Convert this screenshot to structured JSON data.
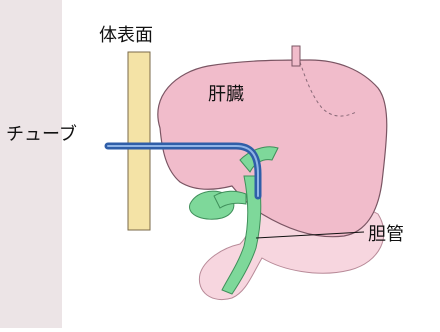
{
  "labels": {
    "body_surface": "体表面",
    "liver": "肝臓",
    "tube": "チューブ",
    "bile_duct": "胆管"
  },
  "colors": {
    "side_panel": "#ece4e6",
    "body_wall": "#f4e3a6",
    "liver": "#f1bccb",
    "liver_outline": "#7a5563",
    "duodenum": "#f7d6df",
    "bile_duct": "#7ed89a",
    "tube": "#2f5ea8",
    "leader_line": "#111111"
  }
}
